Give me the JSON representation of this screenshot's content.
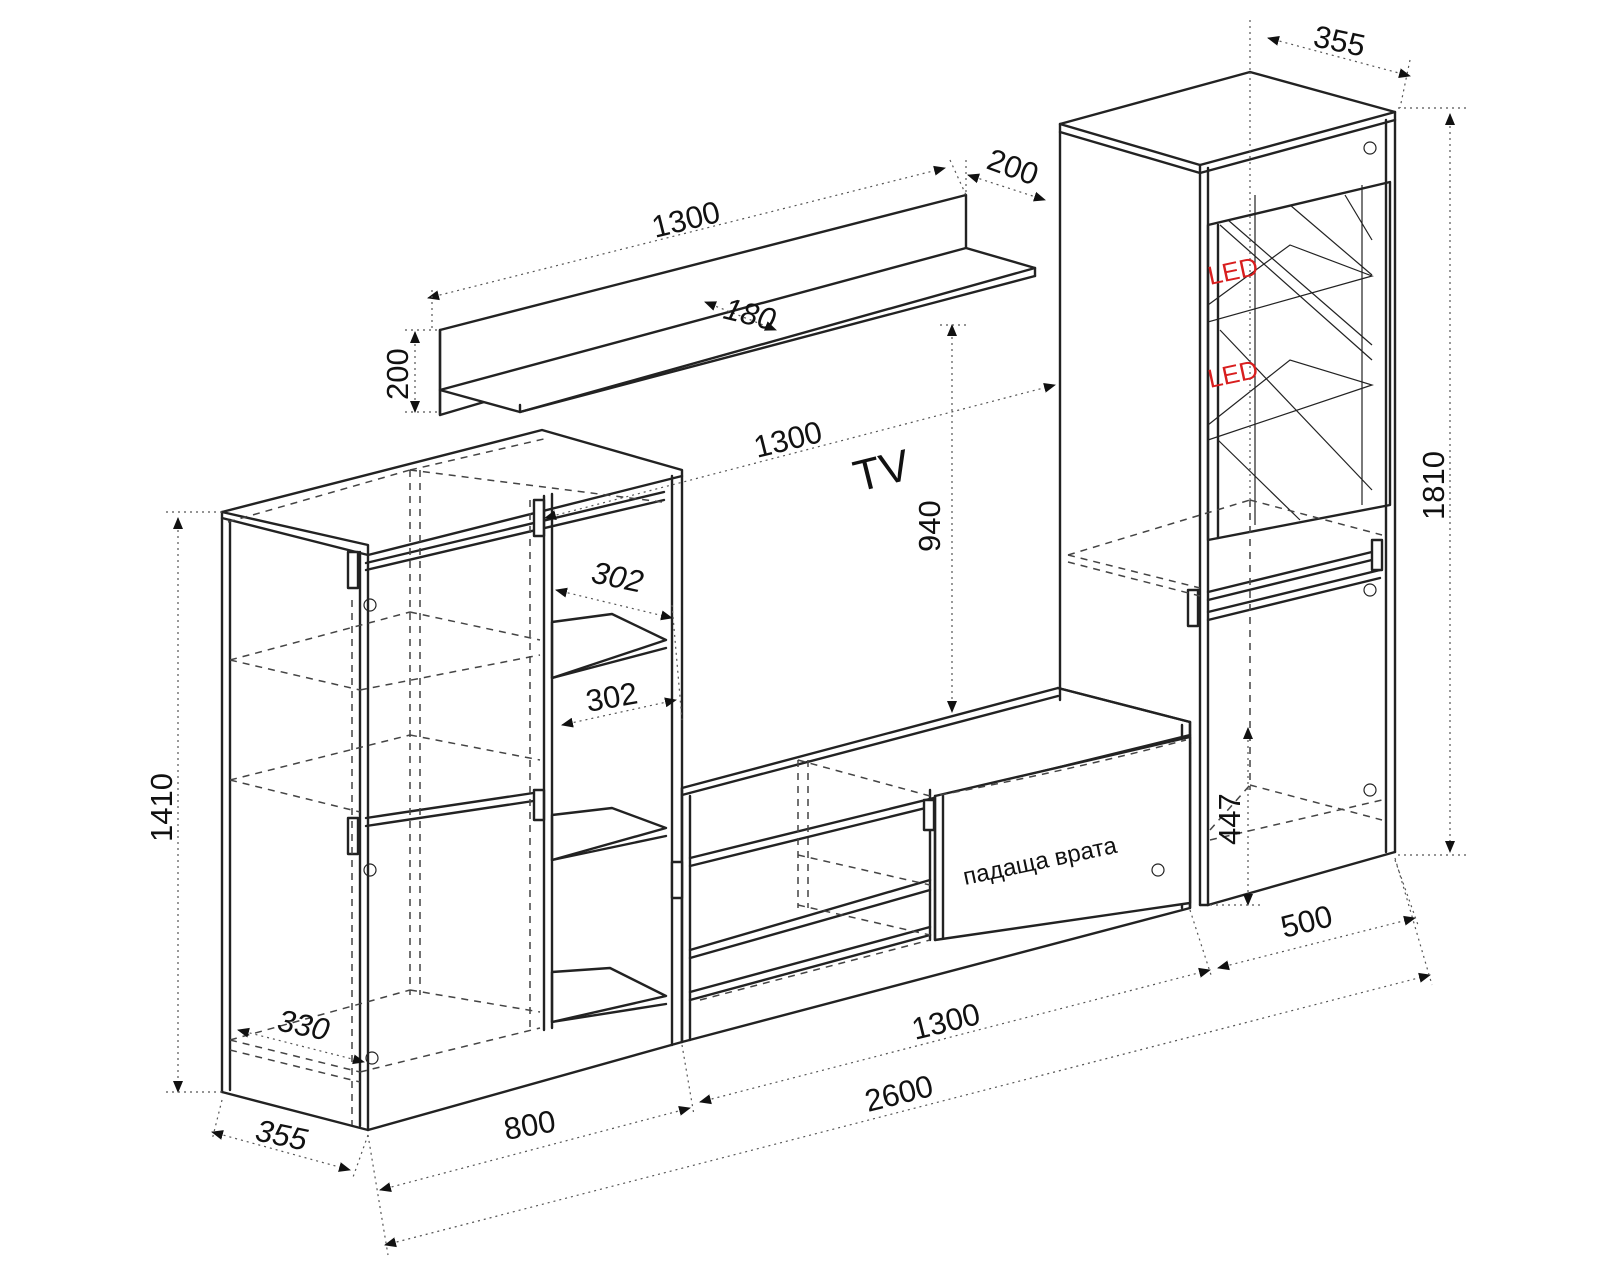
{
  "drawing": {
    "dimensions": {
      "shelf_width": "1300",
      "shelf_depth": "200",
      "shelf_inner": "180",
      "shelf_height": "200",
      "tv_opening_width": "1300",
      "tv_height": "940",
      "cabinet_height": "1410",
      "cabinet_depth": "355",
      "cabinet_width": "800",
      "cabinet_inner_depth": "330",
      "cabinet_shelf_upper": "302",
      "cabinet_shelf_lower": "302",
      "base_width": "1300",
      "total_width": "2600",
      "tower_depth": "355",
      "tower_height": "1810",
      "tower_width": "500",
      "tower_lower_height": "447"
    },
    "labels": {
      "tv": "TV",
      "led_upper": "LED",
      "led_lower": "LED",
      "drop_door": "падаща врата"
    },
    "colors": {
      "line": "#222222",
      "led_text": "#d81e1e",
      "background": "#ffffff"
    }
  }
}
